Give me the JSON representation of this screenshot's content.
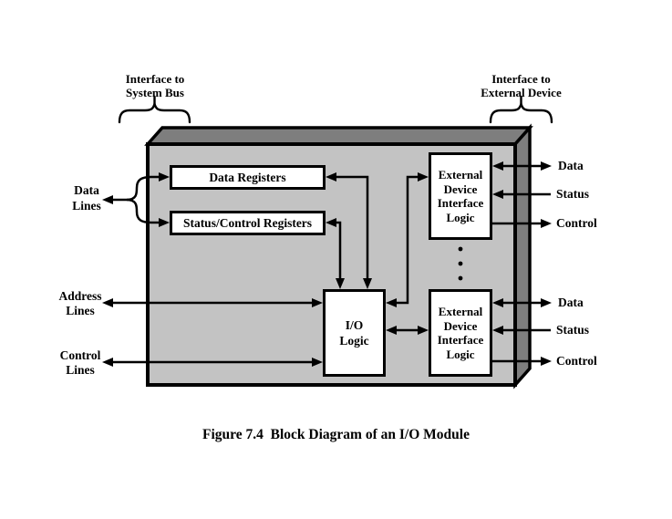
{
  "caption": "Figure 7.4  Block Diagram of an I/O Module",
  "braces": {
    "left_label": "Interface to\nSystem Bus",
    "right_label": "Interface to\nExternal Device"
  },
  "left_labels": {
    "data": "Data\nLines",
    "address": "Address\nLines",
    "control": "Control\nLines"
  },
  "blocks": {
    "data_registers": "Data Registers",
    "status_control_registers": "Status/Control Registers",
    "io_logic": "I/O\nLogic",
    "edil_top": "External\nDevice\nInterface\nLogic",
    "edil_bottom": "External\nDevice\nInterface\nLogic"
  },
  "signals_top": {
    "data": "Data",
    "status": "Status",
    "control": "Control"
  },
  "signals_bottom": {
    "data": "Data",
    "status": "Status",
    "control": "Control"
  },
  "colors": {
    "front_face": "#c3c3c3",
    "top_face": "#7e7e7e",
    "right_face": "#7e7e7e",
    "line": "#000000"
  }
}
